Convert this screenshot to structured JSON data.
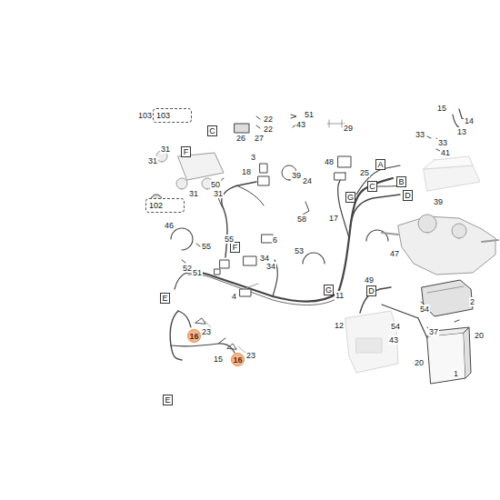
{
  "diagram": {
    "nodes": [
      {
        "text": [
          "103"
        ]
      },
      {
        "text": [
          "C"
        ]
      },
      {
        "text": [
          "F"
        ]
      },
      {
        "text": [
          "102"
        ]
      },
      {
        "text": [
          "A"
        ]
      },
      {
        "text": [
          "B"
        ]
      },
      {
        "text": [
          "C"
        ]
      },
      {
        "text": [
          "D"
        ]
      },
      {
        "text": [
          "G"
        ]
      },
      {
        "text": [
          "F"
        ]
      },
      {
        "text": [
          "E"
        ]
      },
      {
        "text": [
          "G"
        ]
      },
      {
        "text": [
          "D"
        ]
      },
      {
        "text": [
          "16"
        ]
      },
      {
        "text": [
          "E"
        ]
      },
      {
        "text": [
          "16"
        ]
      }
    ],
    "labels": [
      "103",
      "22",
      "22",
      "51",
      "43",
      "29",
      "15",
      "14",
      "13",
      "33",
      "33",
      "41",
      "26",
      "27",
      "31",
      "31",
      "31",
      "31",
      "3",
      "18",
      "48",
      "25",
      "39",
      "24",
      "50",
      "39",
      "58",
      "17",
      "46",
      "55",
      "55",
      "6",
      "53",
      "47",
      "52",
      "51",
      "34",
      "34",
      "4",
      "11",
      "49",
      "12",
      "54",
      "54",
      "2",
      "37",
      "20",
      "20",
      "43",
      "1",
      "23",
      "23",
      "15"
    ]
  }
}
